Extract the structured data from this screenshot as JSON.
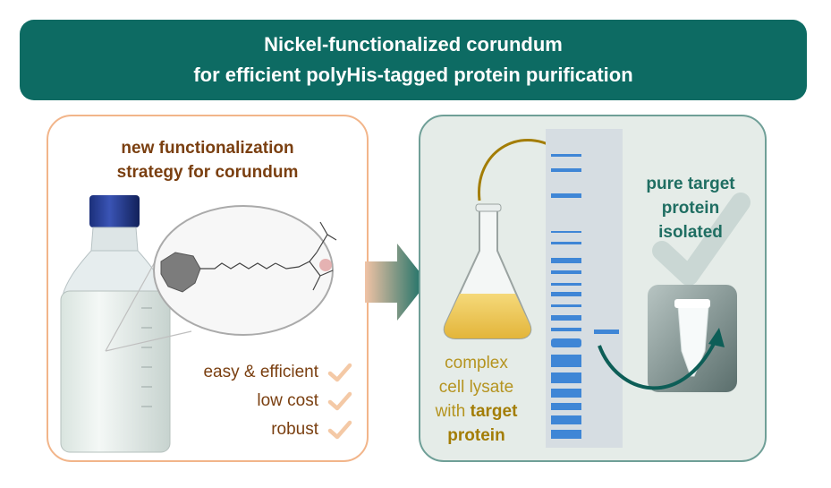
{
  "banner": {
    "line1": "Nickel-functionalized corundum",
    "line2": "for efficient polyHis-tagged protein purification"
  },
  "left_panel": {
    "heading_line1": "new functionalization",
    "heading_line2": "strategy for corundum",
    "features": [
      "easy & efficient",
      "low cost",
      "robust"
    ],
    "feature_icon": "check-icon"
  },
  "right_panel": {
    "lysate_line1": "complex",
    "lysate_line2": "cell lysate",
    "lysate_line3_plain": "with ",
    "lysate_line3_bold": "target",
    "lysate_line4_bold": "protein",
    "pure_line1": "pure target",
    "pure_line2": "protein",
    "pure_line3": "isolated"
  },
  "colors": {
    "banner": "#0d6b63",
    "left_border": "#f2b58a",
    "right_border": "#6f9f97",
    "left_text": "#7a3f10",
    "lysate_text": "#b59420",
    "pure_text": "#1f6e62",
    "gel_band": "#2d7fd6",
    "check": "#f4c9a6"
  }
}
